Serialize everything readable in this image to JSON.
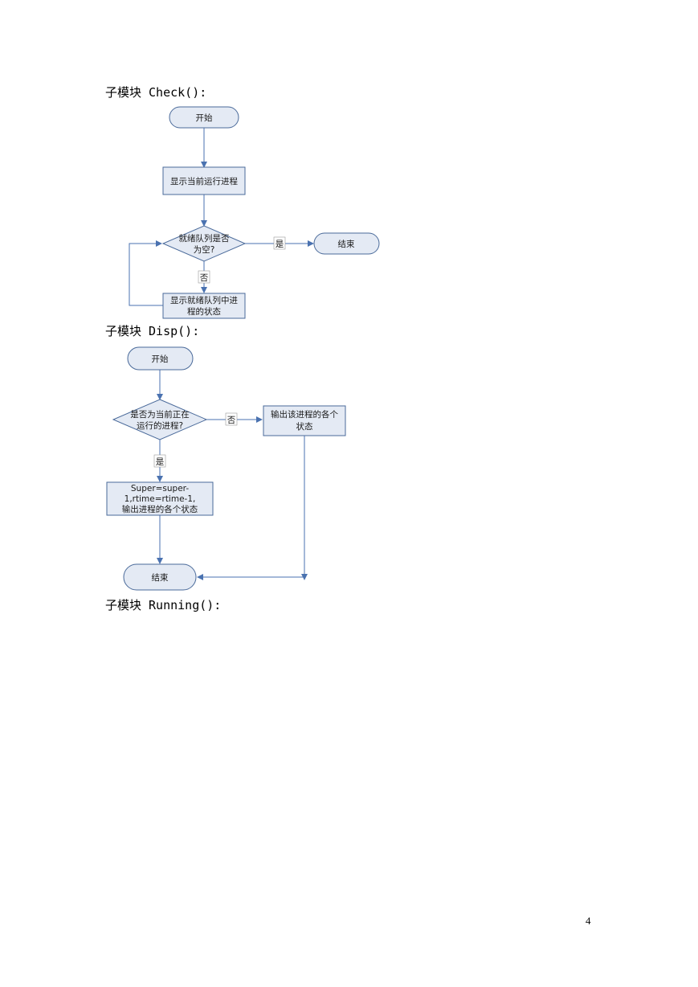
{
  "sections": [
    {
      "heading": "子模块 Check():"
    },
    {
      "heading": "子模块 Disp():"
    },
    {
      "heading": "子模块 Running():"
    }
  ],
  "check_flow": {
    "start": "开始",
    "show_running": "显示当前运行进程",
    "decision": [
      "就绪队列是否",
      "为空?"
    ],
    "end": "结束",
    "show_ready": [
      "显示就绪队列中进",
      "程的状态"
    ],
    "yes_label": "是",
    "no_label": "否"
  },
  "disp_flow": {
    "start": "开始",
    "decision": [
      "是否为当前正在",
      "运行的进程?"
    ],
    "output_other": [
      "输出该进程的各个",
      "状态"
    ],
    "update": [
      "Super=super-",
      "1,rtime=rtime-1,",
      "输出进程的各个状态"
    ],
    "end": "结束",
    "yes_label": "是",
    "no_label": "否"
  },
  "footer": {
    "page_number": "4"
  },
  "colors": {
    "shape_fill": "#e4eaf4",
    "shape_stroke": "#4a6a9a",
    "arrow": "#4a72b0"
  }
}
